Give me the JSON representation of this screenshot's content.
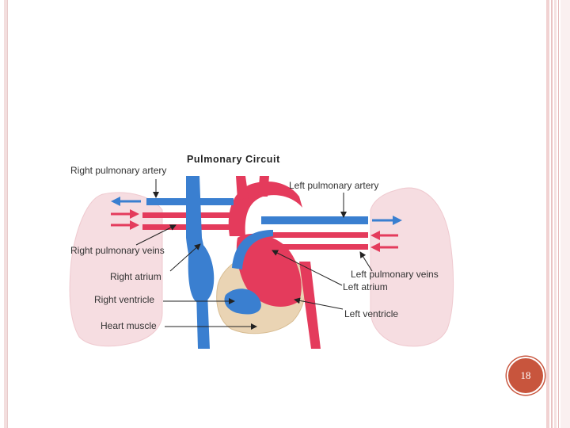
{
  "diagram": {
    "title": "Pulmonary Circuit",
    "labels": {
      "right_pulmonary_artery": "Right pulmonary artery",
      "left_pulmonary_artery": "Left pulmonary artery",
      "right_pulmonary_veins": "Right pulmonary veins",
      "right_atrium": "Right atrium",
      "right_ventricle": "Right ventricle",
      "heart_muscle": "Heart muscle",
      "left_pulmonary_veins": "Left pulmonary veins",
      "left_atrium": "Left atrium",
      "left_ventricle": "Left ventricle"
    },
    "colors": {
      "deoxygenated": "#3a7fd0",
      "oxygenated": "#e43b5c",
      "lung": "#f6dde1",
      "heart_muscle": "#ead4b4"
    }
  },
  "page": {
    "number": "18"
  }
}
